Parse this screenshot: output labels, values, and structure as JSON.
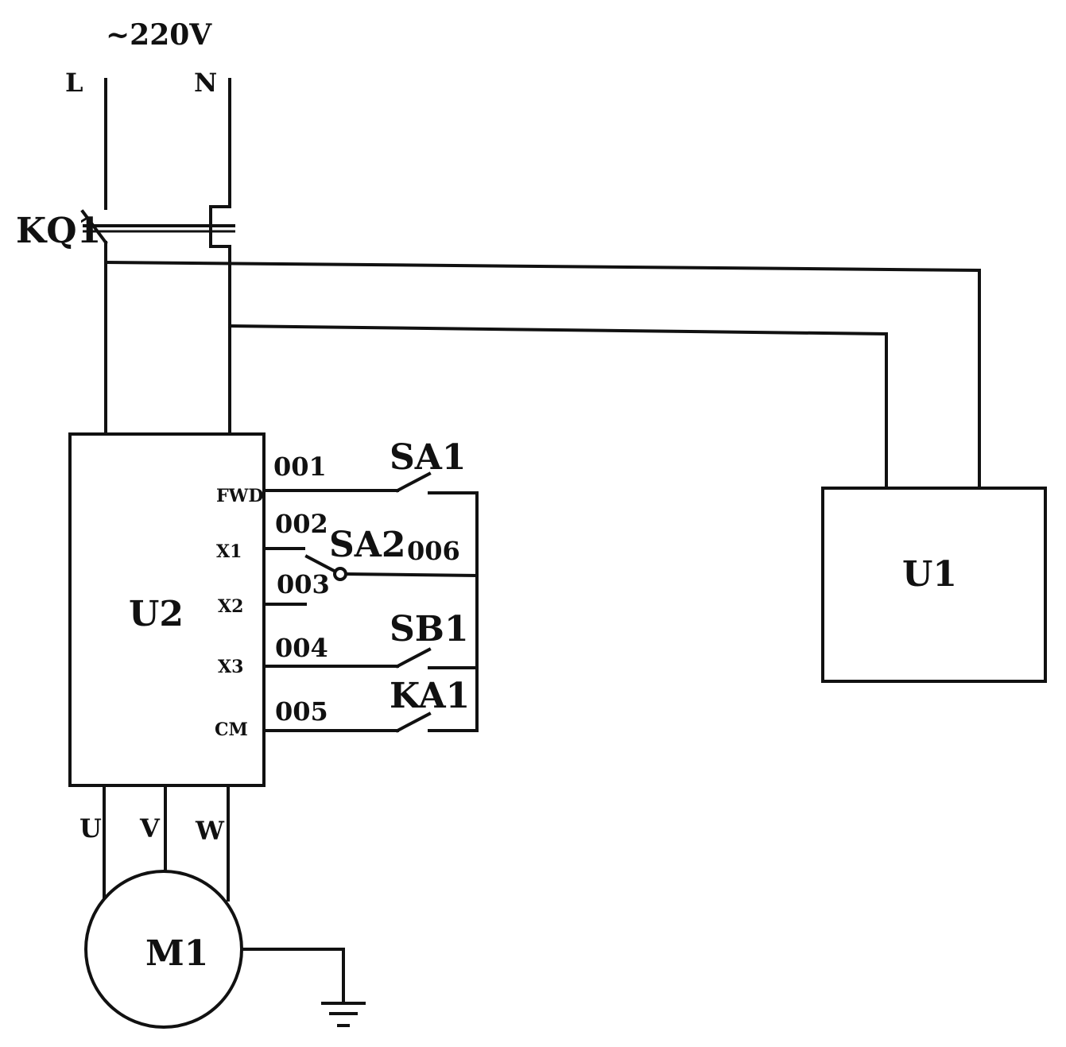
{
  "supply": {
    "voltage": "~220V",
    "line": "L",
    "neutral": "N"
  },
  "breaker": {
    "label": "KQ1"
  },
  "inverter": {
    "label": "U2",
    "terminals": [
      "FWD",
      "X1",
      "X2",
      "X3",
      "CM"
    ],
    "outputs": [
      "U",
      "V",
      "W"
    ]
  },
  "module": {
    "label": "U1"
  },
  "motor": {
    "label": "M1"
  },
  "switches": {
    "sa1": "SA1",
    "sa2": "SA2",
    "sb1": "SB1",
    "ka1": "KA1"
  },
  "wire_numbers": {
    "w001": "001",
    "w002": "002",
    "w003": "003",
    "w004": "004",
    "w005": "005",
    "w006": "006"
  }
}
